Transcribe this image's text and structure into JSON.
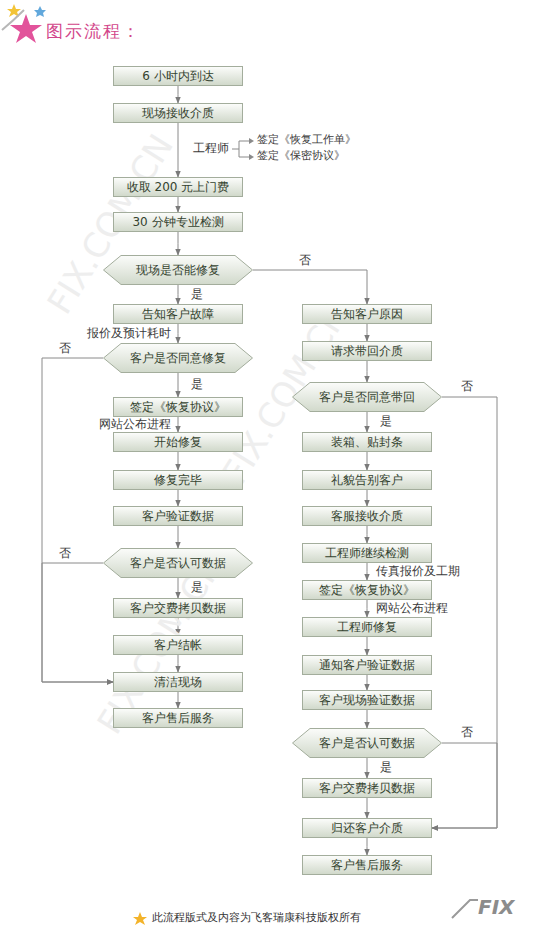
{
  "diagram": {
    "title": "图示流程：",
    "caption": "此流程版式及内容为飞客瑞康科技版权所有",
    "nodes": [
      {
        "text": [
          "6 小时内到达"
        ]
      },
      {
        "text": [
          "现场接收介质"
        ]
      },
      {
        "text": [
          "收取 200 元上门费"
        ]
      },
      {
        "text": [
          "30 分钟专业检测"
        ]
      },
      {
        "text": [
          "现场是否能修复"
        ]
      },
      {
        "text": [
          "告知客户故障"
        ]
      },
      {
        "text": [
          "客户是否同意修复"
        ]
      },
      {
        "text": [
          "签定《恢复协议》"
        ]
      },
      {
        "text": [
          "开始修复"
        ]
      },
      {
        "text": [
          "修复完毕"
        ]
      },
      {
        "text": [
          "客户验证数据"
        ]
      },
      {
        "text": [
          "客户是否认可数据"
        ]
      },
      {
        "text": [
          "客户交费拷贝数据"
        ]
      },
      {
        "text": [
          "客户结帐"
        ]
      },
      {
        "text": [
          "清洁现场"
        ]
      },
      {
        "text": [
          "客户售后服务"
        ]
      },
      {
        "text": [
          "告知客户原因"
        ]
      },
      {
        "text": [
          "请求带回介质"
        ]
      },
      {
        "text": [
          "客户是否同意带回"
        ]
      },
      {
        "text": [
          "装箱、贴封条"
        ]
      },
      {
        "text": [
          "礼貌告别客户"
        ]
      },
      {
        "text": [
          "客服接收介质"
        ]
      },
      {
        "text": [
          "工程师继续检测"
        ]
      },
      {
        "text": [
          "签定《恢复协议》"
        ]
      },
      {
        "text": [
          "工程师修复"
        ]
      },
      {
        "text": [
          "通知客户验证数据"
        ]
      },
      {
        "text": [
          "客户现场验证数据"
        ]
      },
      {
        "text": [
          "客户是否认可数据"
        ]
      },
      {
        "text": [
          "客户交费拷贝数据"
        ]
      },
      {
        "text": [
          "归还客户介质"
        ]
      },
      {
        "text": [
          "客户售后服务"
        ]
      }
    ],
    "edges": [
      {
        "from": 0,
        "to": 1,
        "arrow": "to"
      },
      {
        "from": 1,
        "to": 2,
        "arrow": "to"
      },
      {
        "from": 2,
        "to": 3,
        "arrow": "to"
      },
      {
        "from": 3,
        "to": 4,
        "arrow": "to"
      },
      {
        "from": 4,
        "to": 5,
        "label": "是",
        "arrow": "to"
      },
      {
        "from": 4,
        "to": 16,
        "label": "否",
        "arrow": "to"
      },
      {
        "from": 5,
        "to": 6,
        "label": "报价及预计耗时",
        "arrow": "to"
      },
      {
        "from": 6,
        "to": 7,
        "label": "是",
        "arrow": "to"
      },
      {
        "from": 6,
        "to": 14,
        "label": "否",
        "arrow": "to"
      },
      {
        "from": 7,
        "to": 8,
        "label": "网站公布进程",
        "arrow": "to"
      },
      {
        "from": 8,
        "to": 9,
        "arrow": "to"
      },
      {
        "from": 9,
        "to": 10,
        "arrow": "to"
      },
      {
        "from": 10,
        "to": 11,
        "arrow": "to"
      },
      {
        "from": 11,
        "to": 12,
        "label": "是",
        "arrow": "to"
      },
      {
        "from": 11,
        "to": 14,
        "label": "否",
        "arrow": "to"
      },
      {
        "from": 12,
        "to": 13,
        "arrow": "to"
      },
      {
        "from": 13,
        "to": 14,
        "arrow": "to"
      },
      {
        "from": 14,
        "to": 15,
        "arrow": "to"
      },
      {
        "from": 16,
        "to": 17,
        "arrow": "to"
      },
      {
        "from": 17,
        "to": 18,
        "arrow": "to"
      },
      {
        "from": 18,
        "to": 19,
        "label": "是",
        "arrow": "to"
      },
      {
        "from": 18,
        "to": 29,
        "label": "否",
        "arrow": "to"
      },
      {
        "from": 19,
        "to": 20,
        "arrow": "to"
      },
      {
        "from": 20,
        "to": 21,
        "arrow": "to"
      },
      {
        "from": 21,
        "to": 22,
        "arrow": "to"
      },
      {
        "from": 22,
        "to": 23,
        "label": "传真报价及工期",
        "arrow": "to"
      },
      {
        "from": 23,
        "to": 24,
        "label": "网站公布进程",
        "arrow": "to"
      },
      {
        "from": 24,
        "to": 25,
        "arrow": "to"
      },
      {
        "from": 25,
        "to": 26,
        "arrow": "to"
      },
      {
        "from": 26,
        "to": 27,
        "arrow": "to"
      },
      {
        "from": 27,
        "to": 28,
        "label": "是",
        "arrow": "to"
      },
      {
        "from": 27,
        "to": 29,
        "label": "否",
        "arrow": "to"
      },
      {
        "from": 28,
        "to": 29,
        "arrow": "to"
      },
      {
        "from": 29,
        "to": 30,
        "arrow": "to"
      }
    ],
    "labels": [
      "工程师",
      "签定《恢复工作单》",
      "签定《保密协议》",
      "FIX.COM.CN",
      "FIX.COM.CN",
      "FIX.COM.CN",
      "FIX"
    ]
  }
}
